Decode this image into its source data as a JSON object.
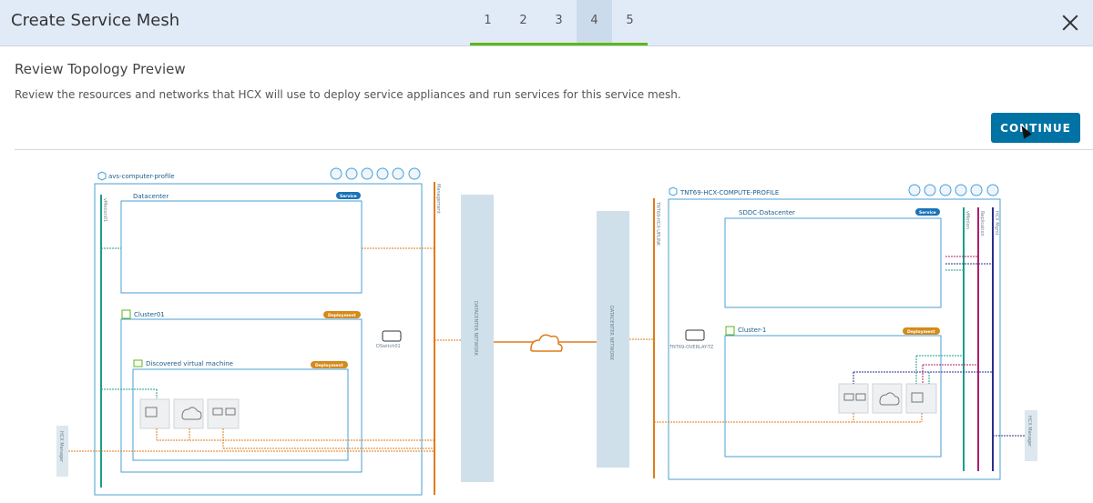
{
  "dialog": {
    "title": "Create Service Mesh",
    "close_label": "×"
  },
  "steps": [
    "1",
    "2",
    "3",
    "4",
    "5"
  ],
  "active_step": "4",
  "page": {
    "heading": "Review Topology Preview",
    "description": "Review the resources and networks that HCX will use to deploy service appliances and run services for this service mesh.",
    "continue_label": "CONTINUE"
  },
  "topology": {
    "left": {
      "profile": "avs-computer-profile",
      "datacenter": "Datacenter",
      "cluster": "Cluster01",
      "folder": "Discovered virtual machine",
      "switch": "DSwitch01",
      "service_badge": "Service",
      "deployment_badge": "Deployment",
      "uplink_label": "vMotion01",
      "mgmt_label": "Management",
      "hcx_manager": "HCX Manager"
    },
    "center": {
      "left_network": "DATACENTER NETWORK",
      "right_network": "DATACENTER NETWORK"
    },
    "right": {
      "profile": "TNT69-HCX-COMPUTE-PROFILE",
      "datacenter": "SDDC-Datacenter",
      "cluster": "Cluster-1",
      "switch": "TNT69-OVERLAY-TZ",
      "service_badge": "Service",
      "deployment_badge": "Deployment",
      "uplink_label": "TNT69-HCX-UPLINK",
      "net_labels": [
        "vMotion",
        "Replication",
        "HCX Mgmt"
      ],
      "hcx_manager": "HCX Manager"
    },
    "colors": {
      "box": "#4a9fd6",
      "orange": "#e07b1a",
      "teal": "#1c9d8c",
      "navy": "#2b2f8e",
      "magenta": "#b01c6e",
      "purple": "#7a3fa0",
      "network": "#cfe0ea",
      "service": "#1a73b8",
      "deployment": "#d58a1a"
    }
  }
}
